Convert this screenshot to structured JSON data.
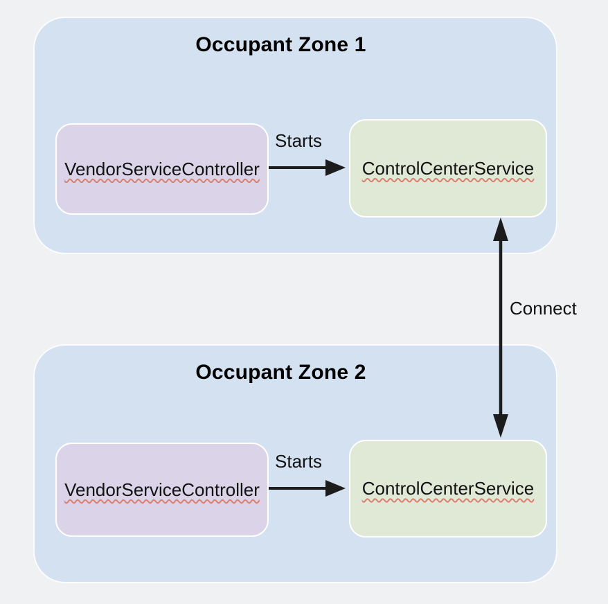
{
  "diagram": {
    "zones": [
      {
        "title": "Occupant Zone 1",
        "controller_label": "VendorServiceController",
        "service_label": "ControlCenterService",
        "starts_label": "Starts"
      },
      {
        "title": "Occupant Zone 2",
        "controller_label": "VendorServiceController",
        "service_label": "ControlCenterService",
        "starts_label": "Starts"
      }
    ],
    "connect_label": "Connect"
  },
  "colors": {
    "page_bg": "#f0f1f3",
    "zone_bg": "#d4e1f1",
    "zone_border": "#fbfcfe",
    "controller_bg": "#dbd3e7",
    "service_bg": "#dfe9d5",
    "node_border": "#ffffff",
    "arrow": "#1c1c1c",
    "title_text": "#000000",
    "label_text": "#121212",
    "spellcheck_underline": "#d9806f"
  }
}
